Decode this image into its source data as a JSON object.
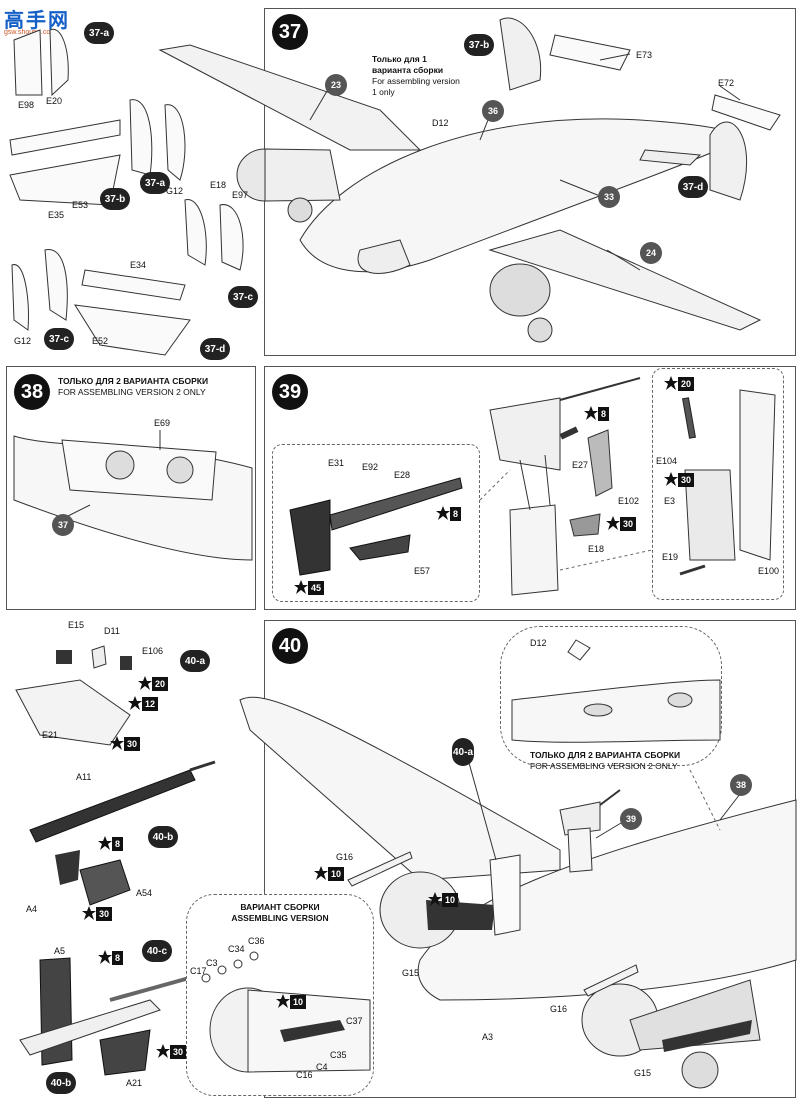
{
  "logo": {
    "text": "高手网",
    "url": "gsw.shoupu.com"
  },
  "step37": {
    "number": "37",
    "note_ru": "Только для 1 варианта сборки",
    "note_en": "For assembling version 1 only",
    "refs": [
      "23",
      "24",
      "33",
      "36"
    ],
    "labels": [
      "E73",
      "E72",
      "D12",
      "E98",
      "E20",
      "E35",
      "E53",
      "G12",
      "E18",
      "E97",
      "E34",
      "E52",
      "G12"
    ],
    "subrefs": [
      "37-a",
      "37-b",
      "37-c",
      "37-d",
      "37-b",
      "37-d",
      "37-a",
      "37-c"
    ]
  },
  "step38": {
    "number": "38",
    "note_ru": "ТОЛЬКО ДЛЯ 2 ВАРИАНТА СБОРКИ",
    "note_en": "FOR ASSEMBLING VERSION 2 ONLY",
    "labels": [
      "E69"
    ],
    "refs": [
      "37"
    ]
  },
  "step39": {
    "number": "39",
    "labels": [
      "E31",
      "E92",
      "E28",
      "E57",
      "E27",
      "E102",
      "E18",
      "E104",
      "E3",
      "E19",
      "E100"
    ],
    "colors": [
      "8",
      "45",
      "8",
      "30",
      "20",
      "30"
    ]
  },
  "step40side": {
    "labels": [
      "E15",
      "D11",
      "E106",
      "E21",
      "A11",
      "A4",
      "A54",
      "A5",
      "A21"
    ],
    "subrefs": [
      "40-a",
      "40-b",
      "40-c",
      "40-b"
    ],
    "colors": [
      "20",
      "12",
      "30",
      "8",
      "30",
      "8",
      "30"
    ]
  },
  "step40": {
    "number": "40",
    "inset_label": "D12",
    "note_ru": "ТОЛЬКО ДЛЯ 2 ВАРИАНТА СБОРКИ",
    "note_en": "FOR ASSEMBLING VERSION 2 ONLY",
    "variant_ru": "ВАРИАНТ СБОРКИ",
    "variant_en": "ASSEMBLING VERSION",
    "labels": [
      "G16",
      "G15",
      "A3",
      "G16",
      "G15",
      "C34",
      "C36",
      "C3",
      "C17",
      "C37",
      "C35",
      "C4",
      "C16"
    ],
    "refs": [
      "38",
      "39"
    ],
    "subrefs": [
      "40-a"
    ],
    "colors": [
      "10",
      "10",
      "10"
    ]
  }
}
